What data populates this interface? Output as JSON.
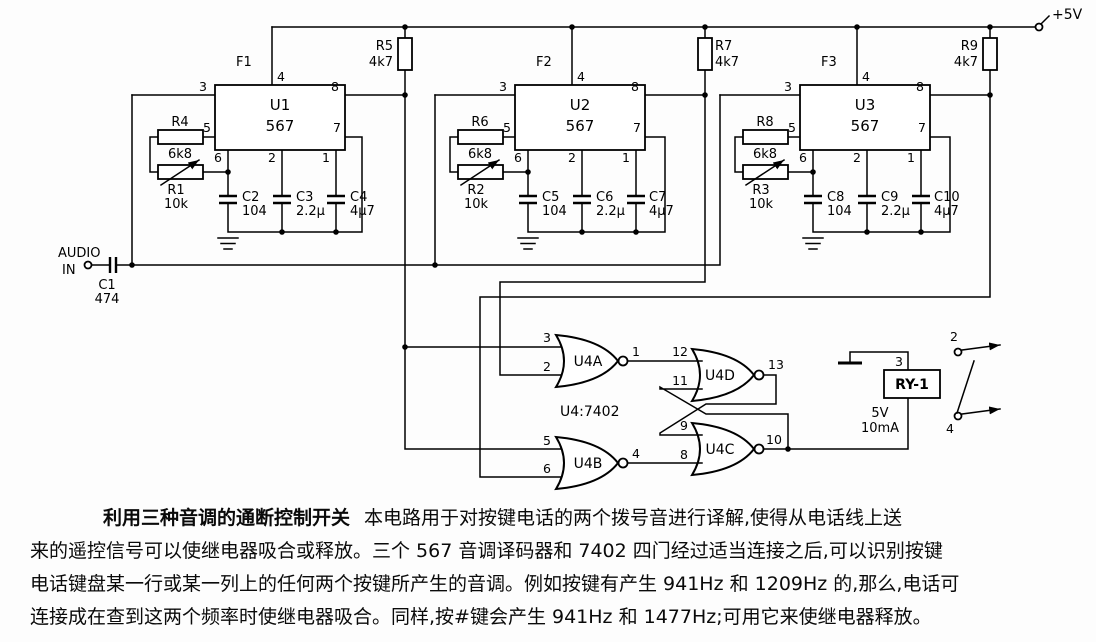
{
  "power": {
    "label": "+5V"
  },
  "audio": {
    "label_line1": "AUDIO",
    "label_line2": "IN",
    "cap_ref": "C1",
    "cap_value": "474"
  },
  "pins": {
    "input": "3",
    "vcc": "4",
    "output": "8",
    "timing_r": "5",
    "gnd": "7",
    "timing_c": "6",
    "lpf": "2",
    "out_filter": "1"
  },
  "decoders": [
    {
      "stage": "F1",
      "ic": "U1",
      "part": "567",
      "pullup_ref": "R5",
      "pullup_value": "4k7",
      "series_ref": "R4",
      "series_value": "6k8",
      "pot_ref": "R1",
      "pot_value": "10k",
      "cap1_ref": "C2",
      "cap1_value": "104",
      "cap2_ref": "C3",
      "cap2_value": "2.2μ",
      "cap3_ref": "C4",
      "cap3_value": "4μ7"
    },
    {
      "stage": "F2",
      "ic": "U2",
      "part": "567",
      "pullup_ref": "R7",
      "pullup_value": "4k7",
      "series_ref": "R6",
      "series_value": "6k8",
      "pot_ref": "R2",
      "pot_value": "10k",
      "cap1_ref": "C5",
      "cap1_value": "104",
      "cap2_ref": "C6",
      "cap2_value": "2.2μ",
      "cap3_ref": "C7",
      "cap3_value": "4μ7"
    },
    {
      "stage": "F3",
      "ic": "U3",
      "part": "567",
      "pullup_ref": "R9",
      "pullup_value": "4k7",
      "series_ref": "R8",
      "series_value": "6k8",
      "pot_ref": "R3",
      "pot_value": "10k",
      "cap1_ref": "C8",
      "cap1_value": "104",
      "cap2_ref": "C9",
      "cap2_value": "2.2μ",
      "cap3_ref": "C10",
      "cap3_value": "4μ7"
    }
  ],
  "gates": {
    "chip_label": "U4:7402",
    "a": {
      "name": "U4A",
      "in_top": "3",
      "in_bottom": "2",
      "out": "1"
    },
    "b": {
      "name": "U4B",
      "in_top": "5",
      "in_bottom": "6",
      "out": "4"
    },
    "c": {
      "name": "U4C",
      "in_top": "9",
      "in_bottom": "8",
      "out": "10"
    },
    "d": {
      "name": "U4D",
      "in_top": "12",
      "in_bottom": "11",
      "out": "13"
    }
  },
  "relay": {
    "ref": "RY-1",
    "voltage": "5V",
    "current": "10mA",
    "pin_coil": "3",
    "pin_no": "2",
    "pin_nc": "4"
  },
  "caption": {
    "title": "利用三种音调的通断控制开关",
    "line1_rest": "本电路用于对按键电话的两个拨号音进行译解,使得从电话线上送",
    "line2": "来的遥控信号可以使继电器吸合或释放。三个 567 音调译码器和 7402 四门经过适当连接之后,可以识别按键",
    "line3": "电话键盘某一行或某一列上的任何两个按键所产生的音调。例如按键有产生 941Hz 和 1209Hz 的,那么,电话可",
    "line4": "连接成在查到这两个频率时使继电器吸合。同样,按#键会产生 941Hz 和 1477Hz;可用它来使继电器释放。"
  }
}
